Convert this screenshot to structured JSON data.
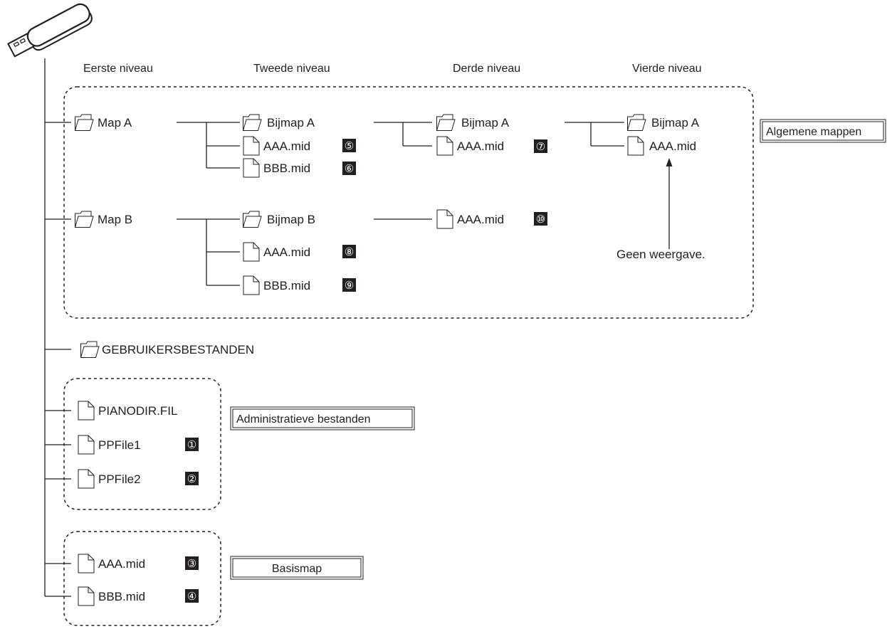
{
  "levels": [
    "Eerste niveau",
    "Tweede niveau",
    "Derde niveau",
    "Vierde niveau"
  ],
  "general_folders": {
    "label": "Algemene mappen",
    "map_a": {
      "name": "Map A",
      "subfolder": "Bijmap A",
      "files": [
        {
          "name": "AAA.mid",
          "badge": "⑤"
        },
        {
          "name": "BBB.mid",
          "badge": "⑥"
        }
      ],
      "level3": {
        "folder": "Bijmap A",
        "file": "AAA.mid",
        "badge": "⑦"
      },
      "level4": {
        "folder": "Bijmap A",
        "file": "AAA.mid",
        "note": "Geen weergave."
      }
    },
    "map_b": {
      "name": "Map B",
      "subfolder": "Bijmap B",
      "files": [
        {
          "name": "AAA.mid",
          "badge": "⑧"
        },
        {
          "name": "BBB.mid",
          "badge": "⑨"
        }
      ],
      "level3": {
        "file": "AAA.mid",
        "badge": "⑩"
      }
    }
  },
  "user_files_folder": "GEBRUIKERSBESTANDEN",
  "admin_files": {
    "label": "Administratieve bestanden",
    "files": [
      {
        "name": "PIANODIR.FIL"
      },
      {
        "name": "PPFile1",
        "badge": "①"
      },
      {
        "name": "PPFile2",
        "badge": "②"
      }
    ]
  },
  "base_folder": {
    "label": "Basismap",
    "files": [
      {
        "name": "AAA.mid",
        "badge": "③"
      },
      {
        "name": "BBB.mid",
        "badge": "④"
      }
    ]
  },
  "icons": {
    "storage": "usb-stick-icon",
    "folder": "folder-icon",
    "file": "file-icon",
    "pointer": "arrow-up-icon"
  },
  "colors": {
    "line": "#231f20",
    "badge": "#231f20",
    "background": "#ffffff"
  }
}
